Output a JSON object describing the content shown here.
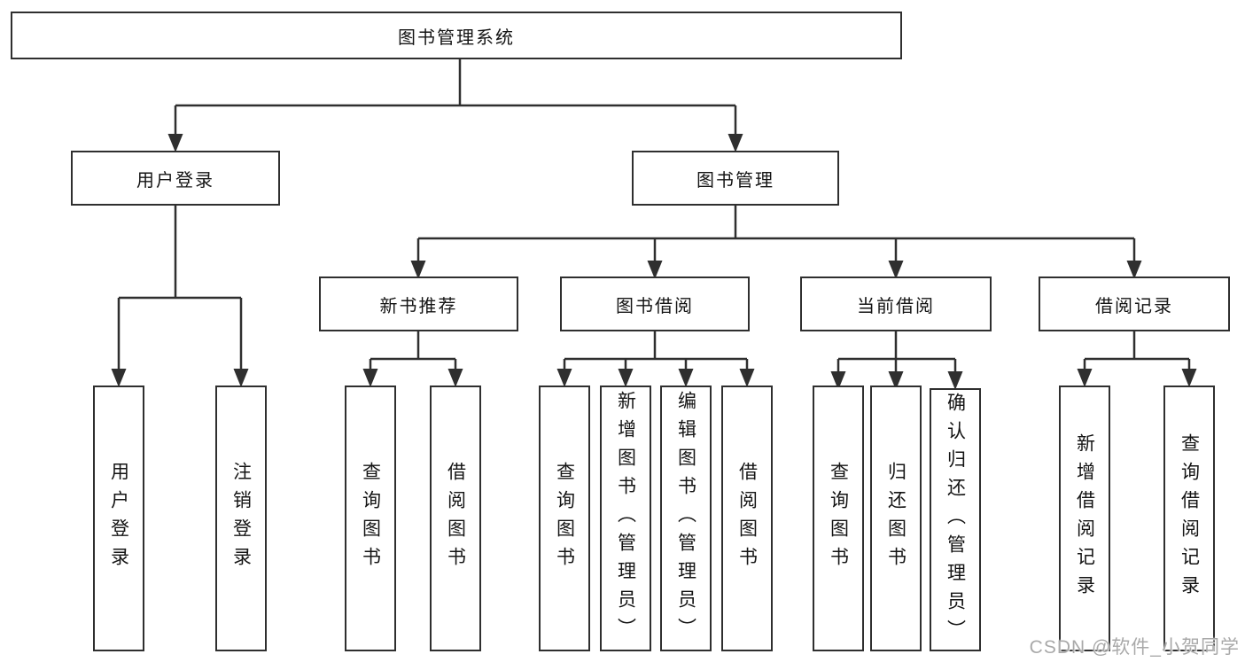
{
  "diagram": {
    "root": {
      "label": "图书管理系统"
    },
    "branches": [
      {
        "label": "用户登录",
        "children": [
          {
            "label": "用户登录"
          },
          {
            "label": "注销登录"
          }
        ]
      },
      {
        "label": "图书管理",
        "children": [
          {
            "label": "新书推荐",
            "children": [
              {
                "label": "查询图书"
              },
              {
                "label": "借阅图书"
              }
            ]
          },
          {
            "label": "图书借阅",
            "children": [
              {
                "label": "查询图书"
              },
              {
                "label": "新增图书（管理员）"
              },
              {
                "label": "编辑图书（管理员）"
              },
              {
                "label": "借阅图书"
              }
            ]
          },
          {
            "label": "当前借阅",
            "children": [
              {
                "label": "查询图书"
              },
              {
                "label": "归还图书"
              },
              {
                "label": "确认归还（管理员）"
              }
            ]
          },
          {
            "label": "借阅记录",
            "children": [
              {
                "label": "新增借阅记录"
              },
              {
                "label": "查询借阅记录"
              }
            ]
          }
        ]
      }
    ],
    "watermark": "CSDN @软件_小贺同学",
    "colors": {
      "line": "#2f2f2f",
      "text": "#141414",
      "background": "#ffffff",
      "watermark": "#a9a9a9"
    }
  }
}
